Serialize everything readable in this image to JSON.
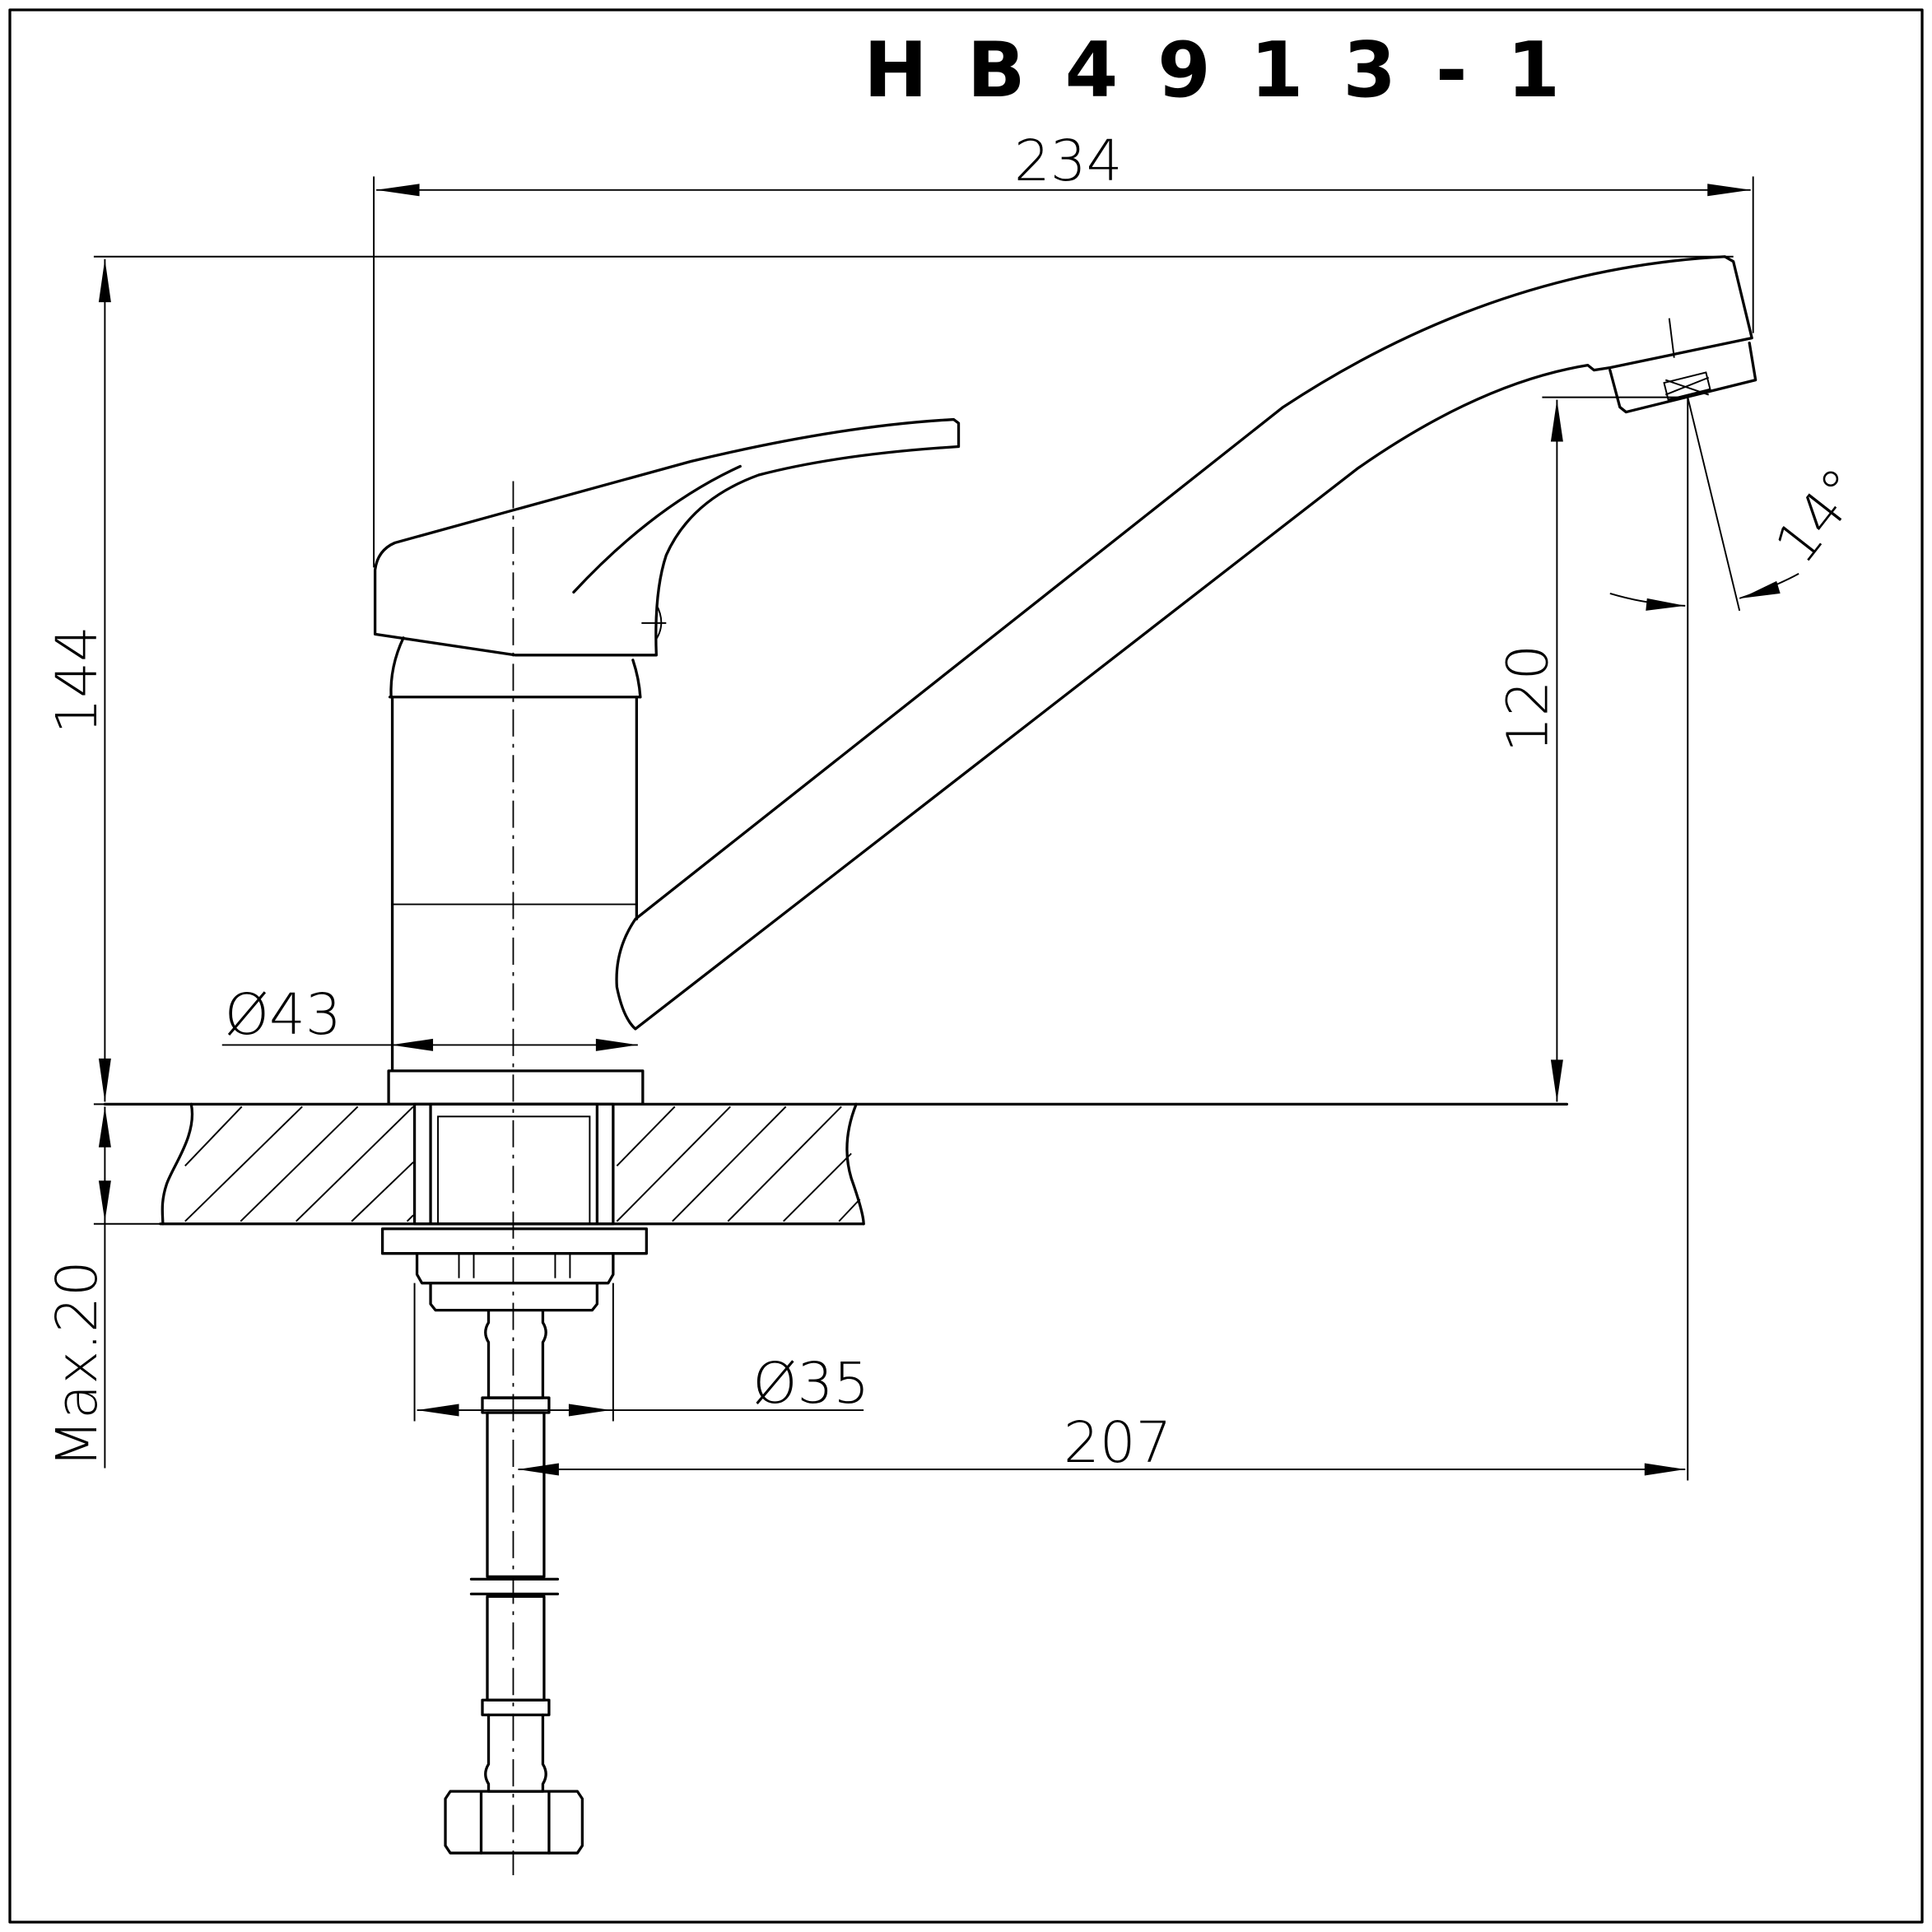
{
  "drawing": {
    "title": "HB4913-1",
    "type": "single-lever kitchen faucet, side elevation",
    "line_color": "#000000",
    "background_color": "#ffffff"
  },
  "dimensions": {
    "overall_length": "234",
    "overall_height": "144",
    "spout_clearance_height": "120",
    "spout_reach": "207",
    "body_diameter": "Ø43",
    "mounting_hole_diameter": "Ø35",
    "max_counter_thickness": "Max.20",
    "aerator_angle": "14°"
  }
}
